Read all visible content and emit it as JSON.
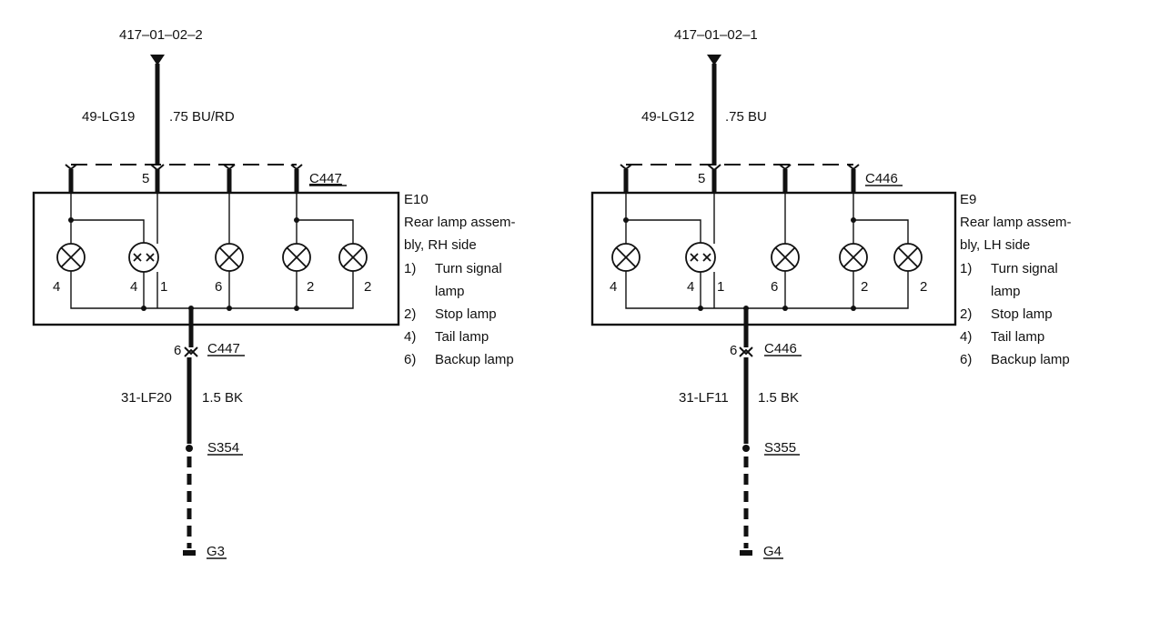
{
  "left": {
    "ref": "417–01–02–2",
    "wire_top_id": "49-LG19",
    "wire_top_spec": ".75 BU/RD",
    "pin_top": "5",
    "connector": "C447",
    "component_id": "E10",
    "desc": [
      "Rear lamp assem-",
      "bly, RH side"
    ],
    "pins": [
      "4",
      "4",
      "1",
      "6",
      "2",
      "2"
    ],
    "pin_bottom": "6",
    "wire_bottom_id": "31-LF20",
    "wire_bottom_spec": "1.5 BK",
    "splice": "S354",
    "ground": "G3"
  },
  "right": {
    "ref": "417–01–02–1",
    "wire_top_id": "49-LG12",
    "wire_top_spec": ".75 BU",
    "pin_top": "5",
    "connector": "C446",
    "component_id": "E9",
    "desc": [
      "Rear lamp assem-",
      "bly, LH side"
    ],
    "pins": [
      "4",
      "4",
      "1",
      "6",
      "2",
      "2"
    ],
    "pin_bottom": "6",
    "wire_bottom_id": "31-LF11",
    "wire_bottom_spec": "1.5 BK",
    "splice": "S355",
    "ground": "G4"
  },
  "legend": [
    {
      "num": "1)",
      "lines": [
        "Turn signal",
        "lamp"
      ]
    },
    {
      "num": "2)",
      "lines": [
        "Stop lamp"
      ]
    },
    {
      "num": "4)",
      "lines": [
        "Tail lamp"
      ]
    },
    {
      "num": "6)",
      "lines": [
        "Backup lamp"
      ]
    }
  ]
}
